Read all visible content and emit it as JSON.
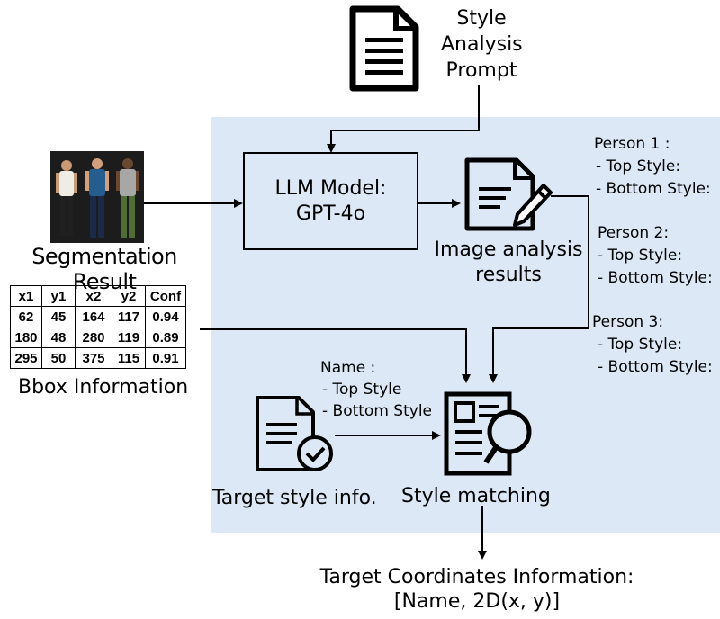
{
  "style_prompt": {
    "lines": [
      "Style",
      "Analysis",
      "Prompt"
    ]
  },
  "segmentation": {
    "label": "Segmentation Result"
  },
  "llm": {
    "line1": "LLM Model:",
    "line2": "GPT-4o"
  },
  "image_analysis": {
    "lines": [
      "Image analysis",
      "results"
    ]
  },
  "persons": [
    {
      "title": "Person 1 :",
      "top": "- Top Style:",
      "bottom": "- Bottom Style:"
    },
    {
      "title": "Person 2:",
      "top": "- Top Style:",
      "bottom": "- Bottom Style:"
    },
    {
      "title": "Person 3:",
      "top": "- Top Style:",
      "bottom": "- Bottom Style:"
    }
  ],
  "bbox": {
    "headers": [
      "x1",
      "y1",
      "x2",
      "y2",
      "Conf"
    ],
    "rows": [
      [
        "62",
        "45",
        "164",
        "117",
        "0.94"
      ],
      [
        "180",
        "48",
        "280",
        "119",
        "0.89"
      ],
      [
        "295",
        "50",
        "375",
        "115",
        "0.91"
      ]
    ],
    "label": "Bbox Information"
  },
  "name_info": {
    "title": "Name :",
    "top": "- Top Style",
    "bottom": "-  Bottom Style"
  },
  "target_style": {
    "label": "Target style info."
  },
  "style_matching": {
    "label": "Style matching"
  },
  "output": {
    "line1": "Target Coordinates Information:",
    "line2": "[Name, 2D(x, y)]"
  }
}
